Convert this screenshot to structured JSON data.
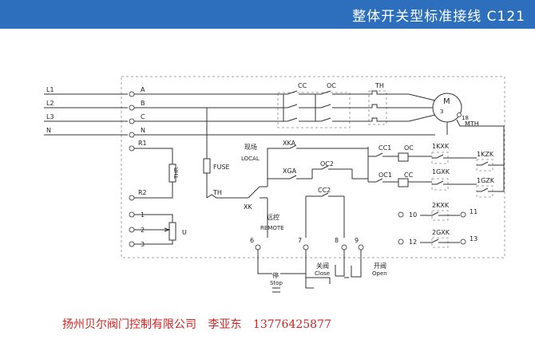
{
  "header": {
    "title": "整体开关型标准接线 C121",
    "bg_color": "#2d6fbd"
  },
  "footer": {
    "company": "扬州贝尔阀门控制有限公司",
    "contact": "李亚东",
    "phone": "13776425877",
    "text_color": "#d42020"
  },
  "diagram": {
    "lines": [
      {
        "name": "L1",
        "terminal": "A"
      },
      {
        "name": "L2",
        "terminal": "B"
      },
      {
        "name": "L3",
        "terminal": "C"
      },
      {
        "name": "N",
        "terminal": "N"
      }
    ],
    "components": {
      "cc": "CC",
      "oc": "OC",
      "th": "TH",
      "motor": "M",
      "motor_num": "3",
      "mth": "MTH",
      "fuse": "FUSE",
      "th2": "TH",
      "thr": "THR",
      "r1": "R1",
      "r2": "R2",
      "u": "U",
      "xk": "XK",
      "local_cn": "现场",
      "local_en": "LOCAL",
      "remote_cn": "远控",
      "remote_en": "REMOTE",
      "xka": "XKA",
      "xga": "XGA",
      "oc2": "OC2",
      "cc2": "CC2",
      "cc1": "CC1",
      "oc_coil": "OC",
      "oc1": "OC1",
      "cc_coil": "CC",
      "kxk1": "1KXK",
      "kzk1": "1KZK",
      "gxk1": "1GXK",
      "gzk1": "1GZK",
      "kxk2": "2KXK",
      "gxk2": "2GXK",
      "stop_cn": "停",
      "stop_en": "Stop",
      "close_cn": "关阀",
      "close_en": "Close",
      "open_cn": "开阀",
      "open_en": "Open"
    },
    "terminal_numbers": [
      "1",
      "2",
      "3",
      "6",
      "7",
      "8",
      "9",
      "10",
      "11",
      "12",
      "13",
      "18"
    ]
  }
}
